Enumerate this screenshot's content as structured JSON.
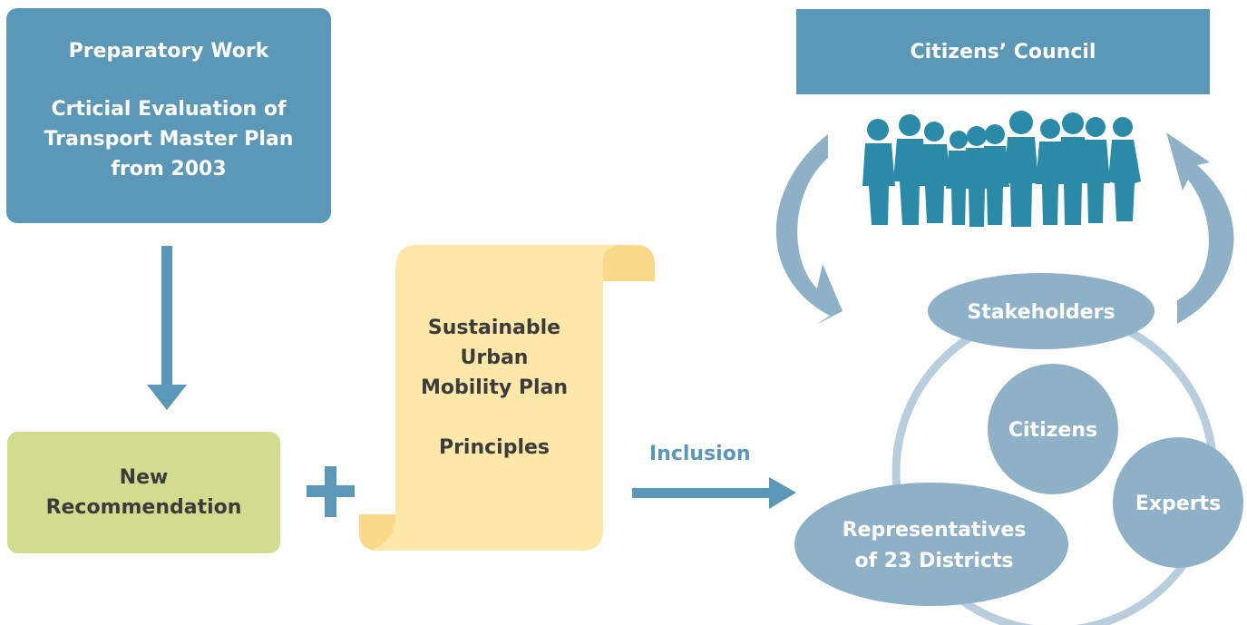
{
  "colors": {
    "steel_blue": "#5b98b7",
    "light_blue": "#8fb1c7",
    "ring_blue": "#b9cedc",
    "people_teal": "#2b8aa8",
    "olive_green": "#d3dc8e",
    "scroll_cream": "#fde8a9",
    "scroll_gold": "#fbd98b",
    "dark_text": "#3c3c3c",
    "white_text": "#ffffff"
  },
  "preparatory": {
    "title": "Preparatory Work",
    "line1": "Crticial Evaluation of",
    "line2": "Transport Master Plan",
    "line3": "from 2003"
  },
  "council": {
    "title": "Citizens’ Council"
  },
  "new_recommendation": {
    "line1": "New",
    "line2": "Recommendation"
  },
  "plus_symbol": "+",
  "sump": {
    "line1": "Sustainable",
    "line2": "Urban",
    "line3": "Mobility Plan",
    "line4": "Principles"
  },
  "inclusion": {
    "label": "Inclusion"
  },
  "groups": {
    "stakeholders": "Stakeholders",
    "citizens": "Citizens",
    "experts": "Experts",
    "representatives_line1": "Representatives",
    "representatives_line2": "of 23 Districts"
  },
  "icons": {
    "down_arrow": "arrow-down",
    "right_arrow": "arrow-right",
    "scroll": "paper-scroll",
    "crowd": "people-group",
    "cycle_left": "curved-arrow-down",
    "cycle_right": "curved-arrow-up"
  }
}
